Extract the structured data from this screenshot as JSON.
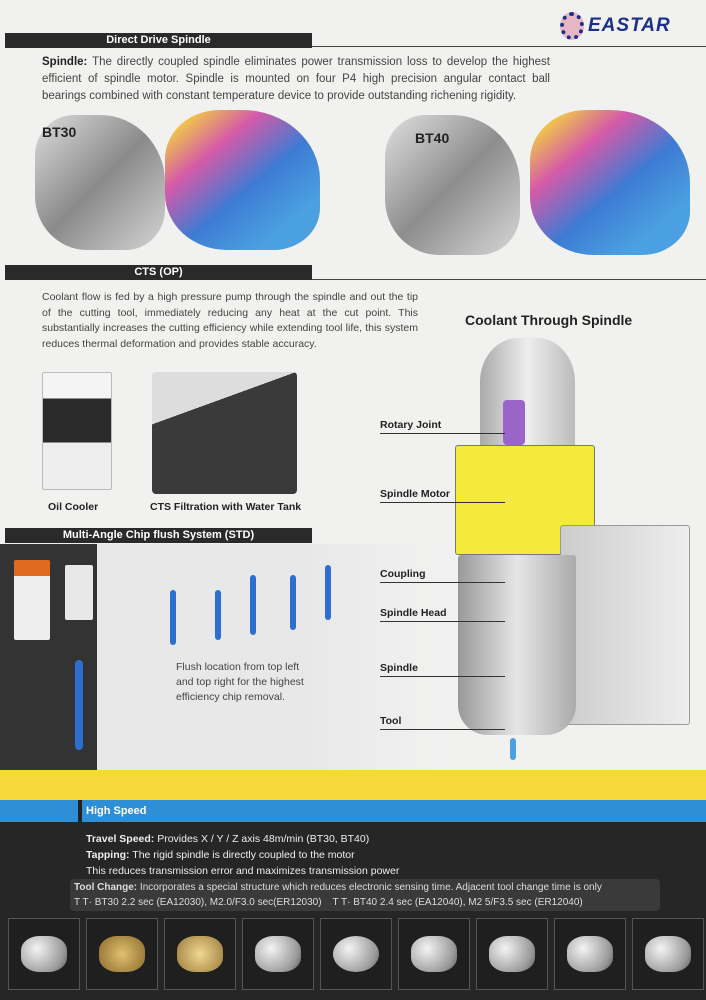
{
  "logo": {
    "text": "EASTAR"
  },
  "direct_drive": {
    "heading": "Direct Drive Spindle",
    "lead": "Spindle:",
    "body": "The directly coupled spindle eliminates power transmission loss to develop the highest efficient of spindle motor. Spindle is mounted on four P4 high precision angular contact ball bearings combined with constant temperature device to provide outstanding richening rigidity.",
    "models": [
      "BT30",
      "BT40"
    ]
  },
  "cts": {
    "heading": "CTS (OP)",
    "body": "Coolant flow is fed by a high pressure pump through the spindle and out the tip of the cutting tool, immediately reducing any heat at the cut point. This substantially increases the cutting efficiency while extending tool life, this system reduces thermal deformation and provides stable accuracy.",
    "captions": [
      "Oil Cooler",
      "CTS Filtration with Water Tank"
    ]
  },
  "diagram": {
    "title": "Coolant Through Spindle",
    "labels": [
      "Rotary Joint",
      "Spindle Motor",
      "Coupling",
      "Spindle Head",
      "Spindle",
      "Tool"
    ]
  },
  "chip_flush": {
    "heading": "Multi-Angle Chip flush System (STD)",
    "caption": "Flush location from top left and top right for the highest efficiency chip removal."
  },
  "high_speed": {
    "heading": "High Speed",
    "travel_lead": "Travel Speed:",
    "travel": "Provides X / Y / Z axis 48m/min (BT30, BT40)",
    "tapping_lead": "Tapping:",
    "tapping": "The rigid spindle is directly coupled to the motor",
    "tapping2": "This reduces transmission error and maximizes transmission power",
    "tool_lead": "Tool Change:",
    "tool": "Incorporates a special structure which reduces electronic sensing time. Adjacent tool change time is only",
    "tool2": "T T· BT30 2.2 sec (EA12030), M2.0/F3.0 sec(ER12030)    T T· BT40 2.4 sec (EA12040), M2 5/F3.5 sec (ER12040)"
  },
  "colors": {
    "yellow": "#f5d83a",
    "blue": "#2e8fd6",
    "dark": "#262626"
  }
}
